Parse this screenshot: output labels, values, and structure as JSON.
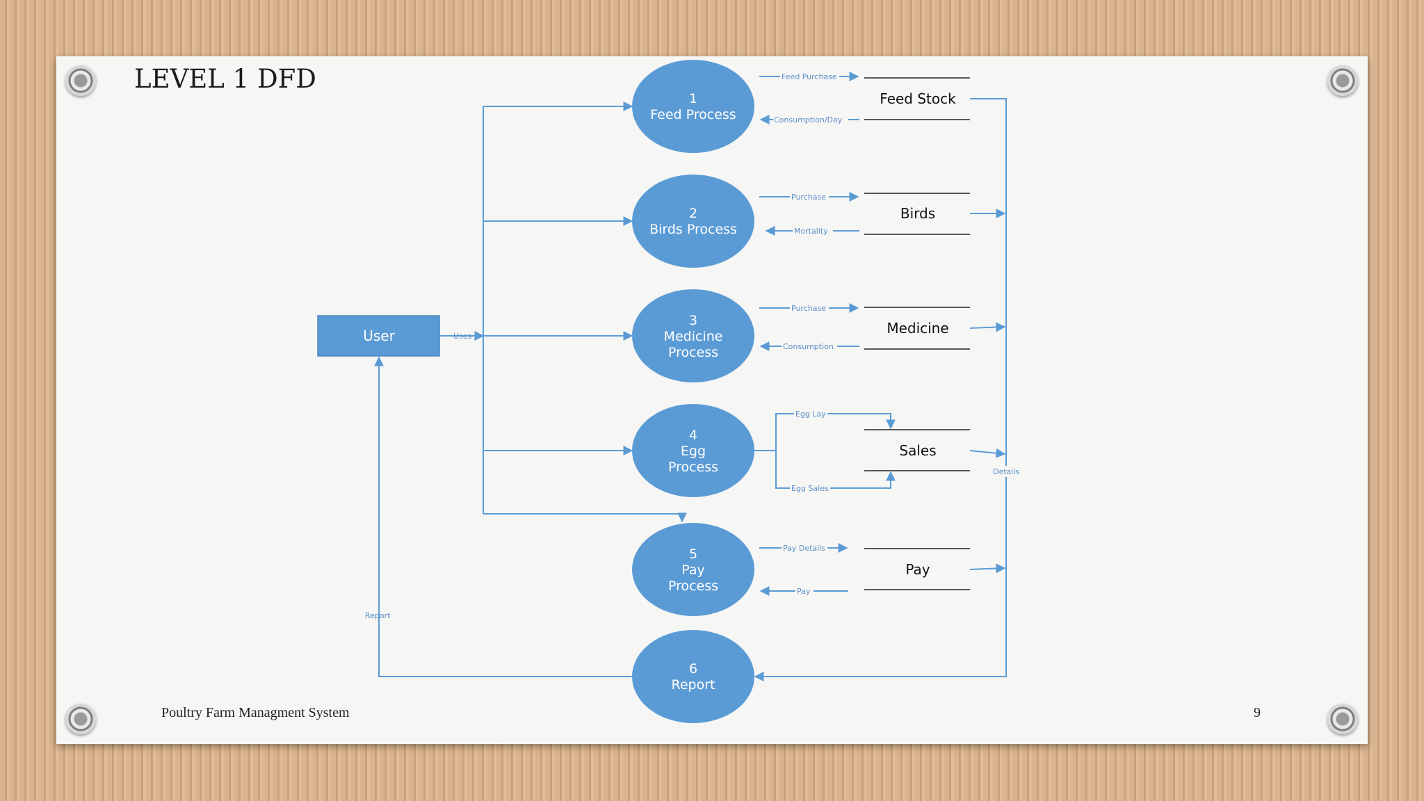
{
  "slide": {
    "title": "LEVEL 1 DFD",
    "footer": "Poultry Farm Managment System",
    "page_number": "9"
  },
  "entity": {
    "label": "User"
  },
  "processes": [
    {
      "number": "1",
      "lines": [
        "Feed Process"
      ]
    },
    {
      "number": "2",
      "lines": [
        "Birds Process"
      ]
    },
    {
      "number": "3",
      "lines": [
        "Medicine",
        "Process"
      ]
    },
    {
      "number": "4",
      "lines": [
        "Egg",
        "Process"
      ]
    },
    {
      "number": "5",
      "lines": [
        "Pay",
        "Process"
      ]
    },
    {
      "number": "6",
      "lines": [
        "Report"
      ]
    }
  ],
  "stores": [
    {
      "label": "Feed Stock"
    },
    {
      "label": "Birds"
    },
    {
      "label": "Medicine"
    },
    {
      "label": "Sales"
    },
    {
      "label": "Pay"
    }
  ],
  "flows": {
    "uses": "Uses",
    "report": "Report",
    "details": "Details",
    "feed_purchase": "Feed Purchase",
    "consumption_day": "Consumption/Day",
    "birds_purchase": "Purchase",
    "mortality": "Mortality",
    "medicine_purchase": "Purchase",
    "consumption": "Consumption",
    "egg_lay": "Egg Lay",
    "egg_sales": "Egg Sales",
    "pay_details": "Pay Details",
    "pay": "Pay"
  },
  "colors": {
    "process_fill": "#5b9bd5",
    "entity_fill": "#5b9bd5",
    "flow_line": "#5b9bd5"
  }
}
